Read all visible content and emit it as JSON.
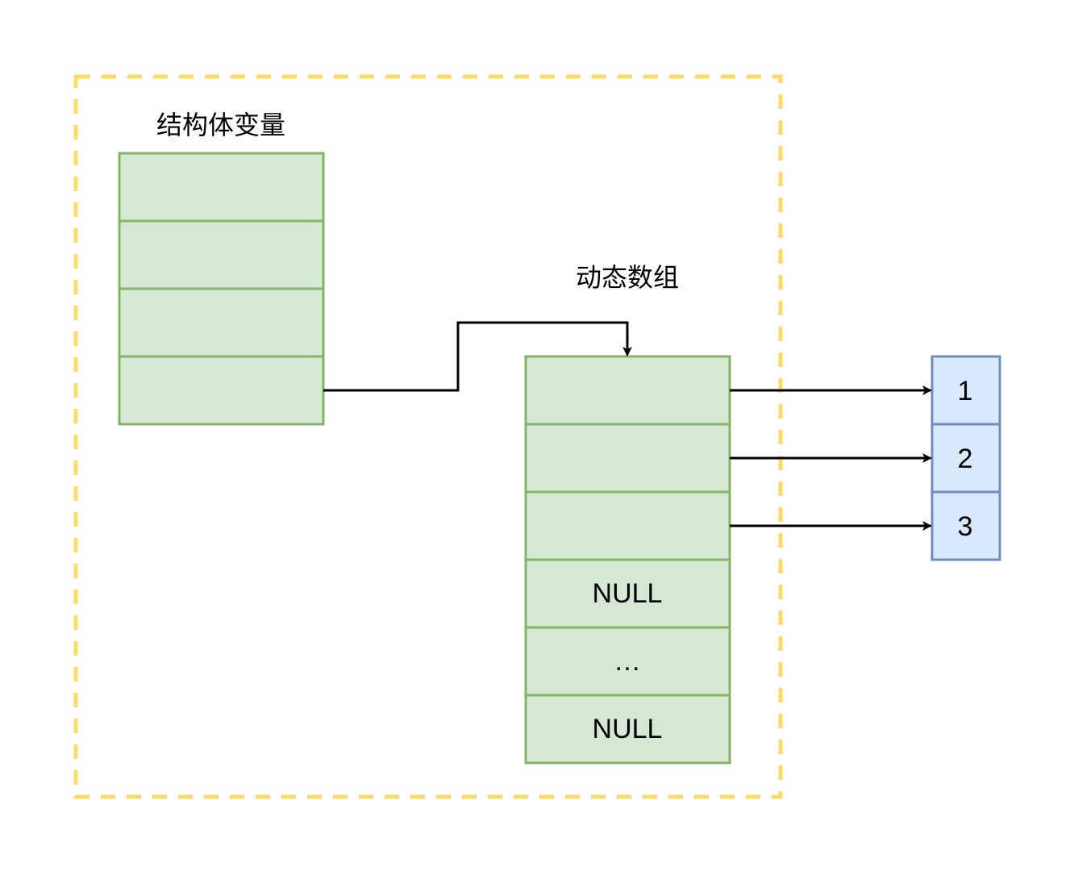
{
  "diagram": {
    "container": {
      "style": "dashed",
      "color": "#ffd966"
    },
    "struct": {
      "title": "结构体变量",
      "cells": [
        "",
        "",
        "",
        ""
      ],
      "fill": "#d5e8d4",
      "stroke": "#82b366"
    },
    "array": {
      "title": "动态数组",
      "cells": [
        "",
        "",
        "",
        "NULL",
        "…",
        "NULL"
      ],
      "fill": "#d5e8d4",
      "stroke": "#82b366"
    },
    "values": {
      "cells": [
        "1",
        "2",
        "3"
      ],
      "fill": "#dae8fc",
      "stroke": "#6c8ebf"
    },
    "edges": [
      {
        "from": "struct.cell.3",
        "to": "array"
      },
      {
        "from": "array.cell.0",
        "to": "values.cell.0"
      },
      {
        "from": "array.cell.1",
        "to": "values.cell.1"
      },
      {
        "from": "array.cell.2",
        "to": "values.cell.2"
      }
    ]
  }
}
